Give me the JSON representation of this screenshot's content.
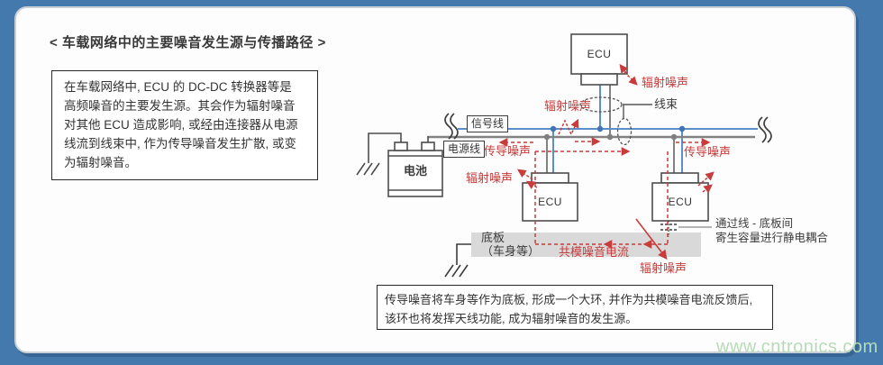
{
  "title": "< 车载网络中的主要噪音发生源与传播路径 >",
  "info_box": "在车载网络中, ECU 的 DC-DC 转换器等是\n高频噪音的主要发生源。其会作为辐射噪音\n对其他 ECU 造成影响, 或经由连接器从电源\n线流到线束中, 作为传导噪音发生扩散, 或变\n为辐射噪音。",
  "bottom_note": "传导噪音将车身等作为底板, 形成一个大环, 并作为共模噪音电流反馈后,\n该环也将发挥天线功能, 成为辐射噪音的发生源。",
  "diagram": {
    "signal_line": "信号线",
    "power_line": "电源线",
    "harness": "线束",
    "battery": "电池",
    "ecu": "ECU",
    "baseplate": "底板\n（车身等）",
    "radiated_noise": "辐射噪声",
    "conducted_noise": "传导噪声",
    "common_mode_current": "共模噪音电流",
    "coupling_note": "通过线 - 底板间\n寄生容量进行静电耦合"
  },
  "watermark": "www.cntronics.com",
  "colors": {
    "frame_blue": "#4379ad",
    "noise_red": "#c83c3c",
    "signal_blue": "#5b8fc9",
    "power_gray": "#828282",
    "plate_gray": "#d9d9d9",
    "watermark_green": "#b6dbb6"
  }
}
